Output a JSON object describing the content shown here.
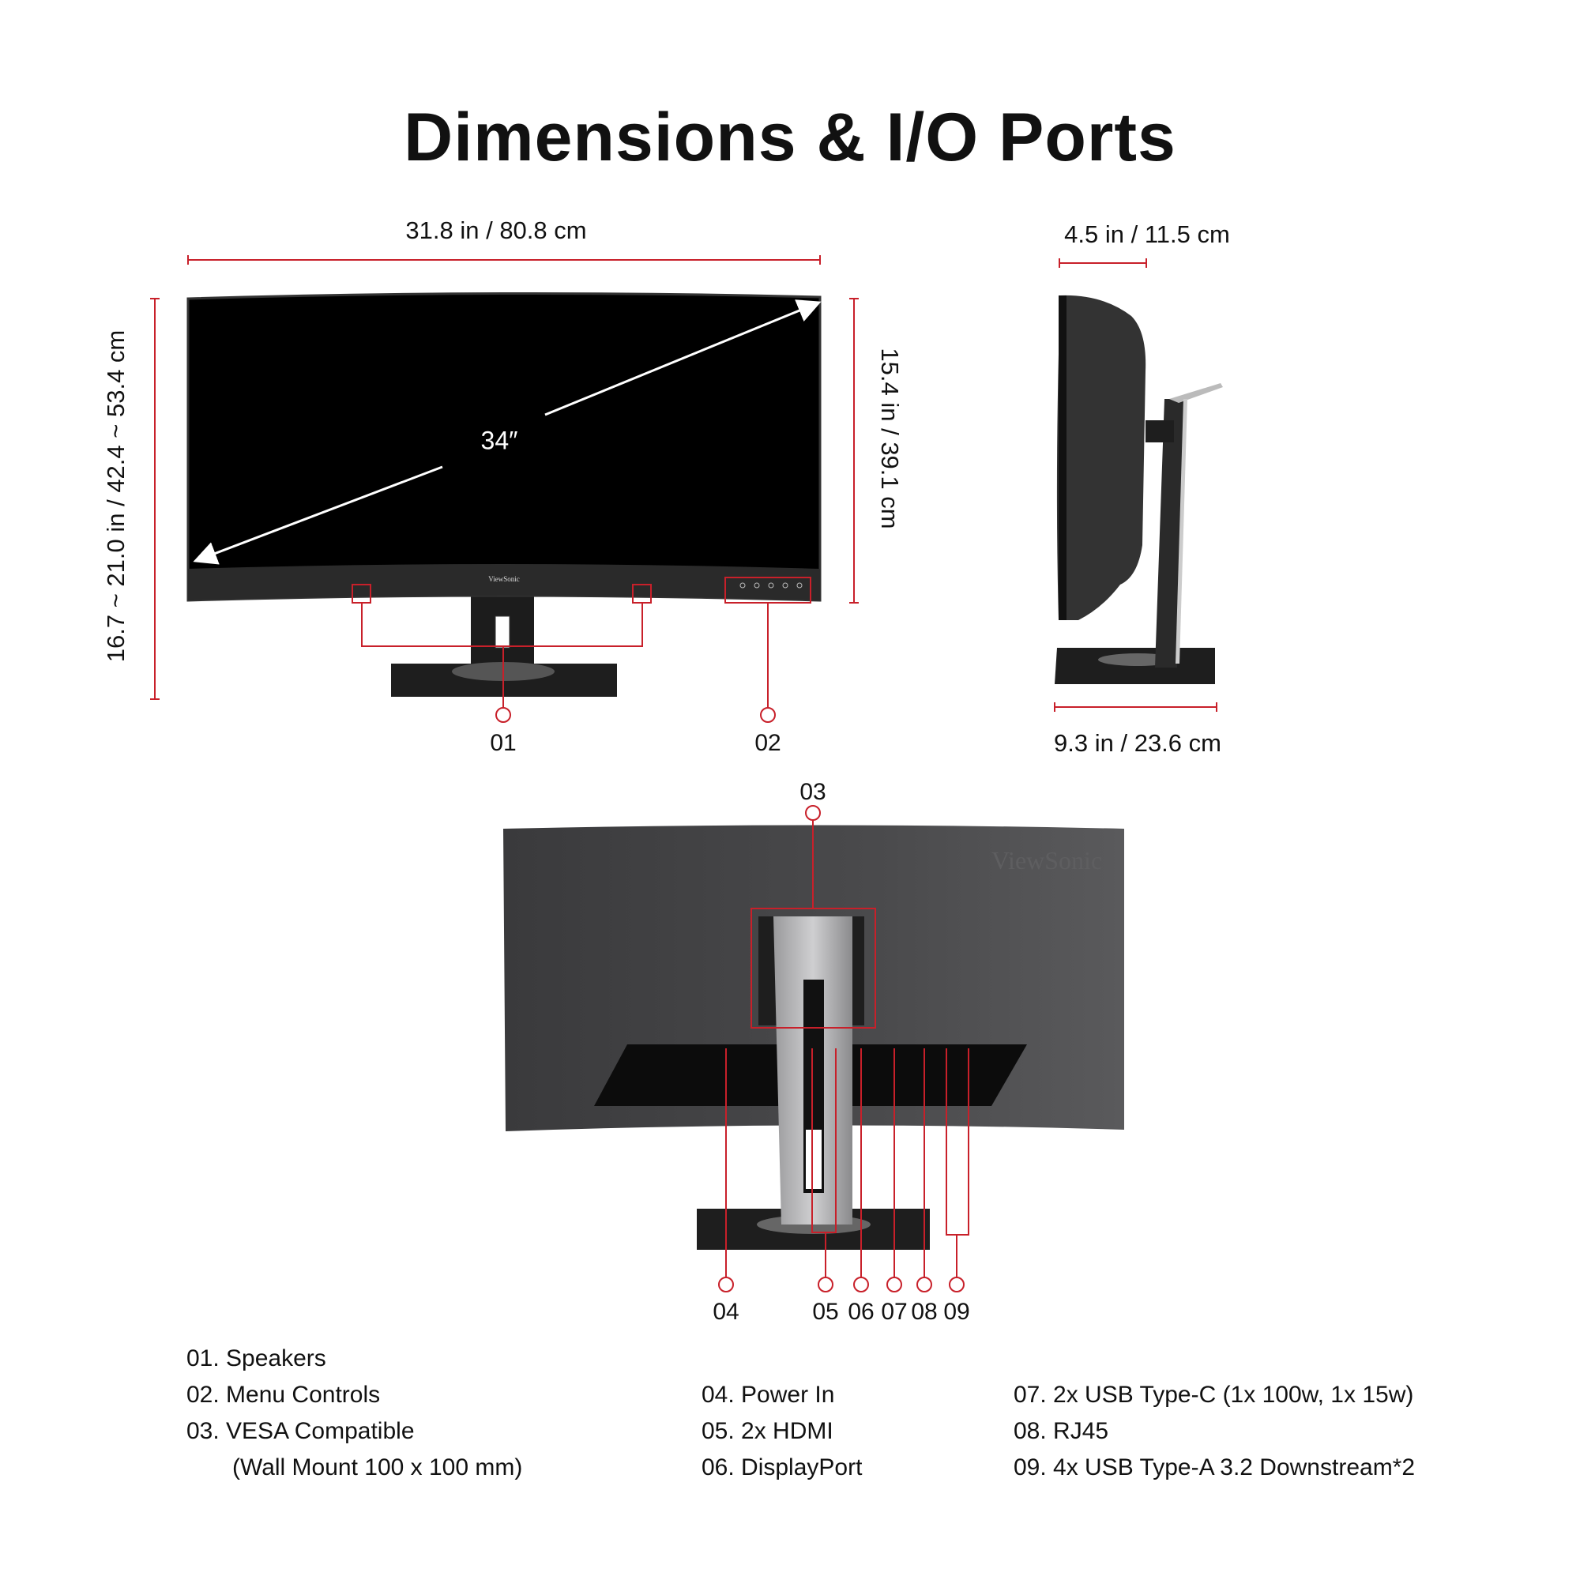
{
  "title": "Dimensions & I/O Ports",
  "dimensions": {
    "width": "31.8 in / 80.8 cm",
    "height_range": "16.7 ~ 21.0 in / 42.4 ~ 53.4 cm",
    "panel_height": "15.4 in / 39.1 cm",
    "diagonal": "34″",
    "depth_panel": "4.5 in / 11.5 cm",
    "depth_base": "9.3 in / 23.6 cm"
  },
  "brand_logo": "ViewSonic",
  "callouts": [
    "01",
    "02",
    "03",
    "04",
    "05",
    "06",
    "07",
    "08",
    "09"
  ],
  "legend": {
    "col1": [
      "01.  Speakers",
      "02. Menu Controls",
      "03. VESA Compatible",
      "(Wall Mount 100 x 100 mm)"
    ],
    "col2": [
      "04. Power In",
      "05. 2x HDMI",
      "06. DisplayPort"
    ],
    "col3": [
      "07.  2x USB Type-C (1x 100w, 1x 15w)",
      "08. RJ45",
      "09.  4x USB Type-A 3.2 Downstream*2"
    ]
  },
  "colors": {
    "accent": "#c8202a",
    "text": "#111111"
  }
}
